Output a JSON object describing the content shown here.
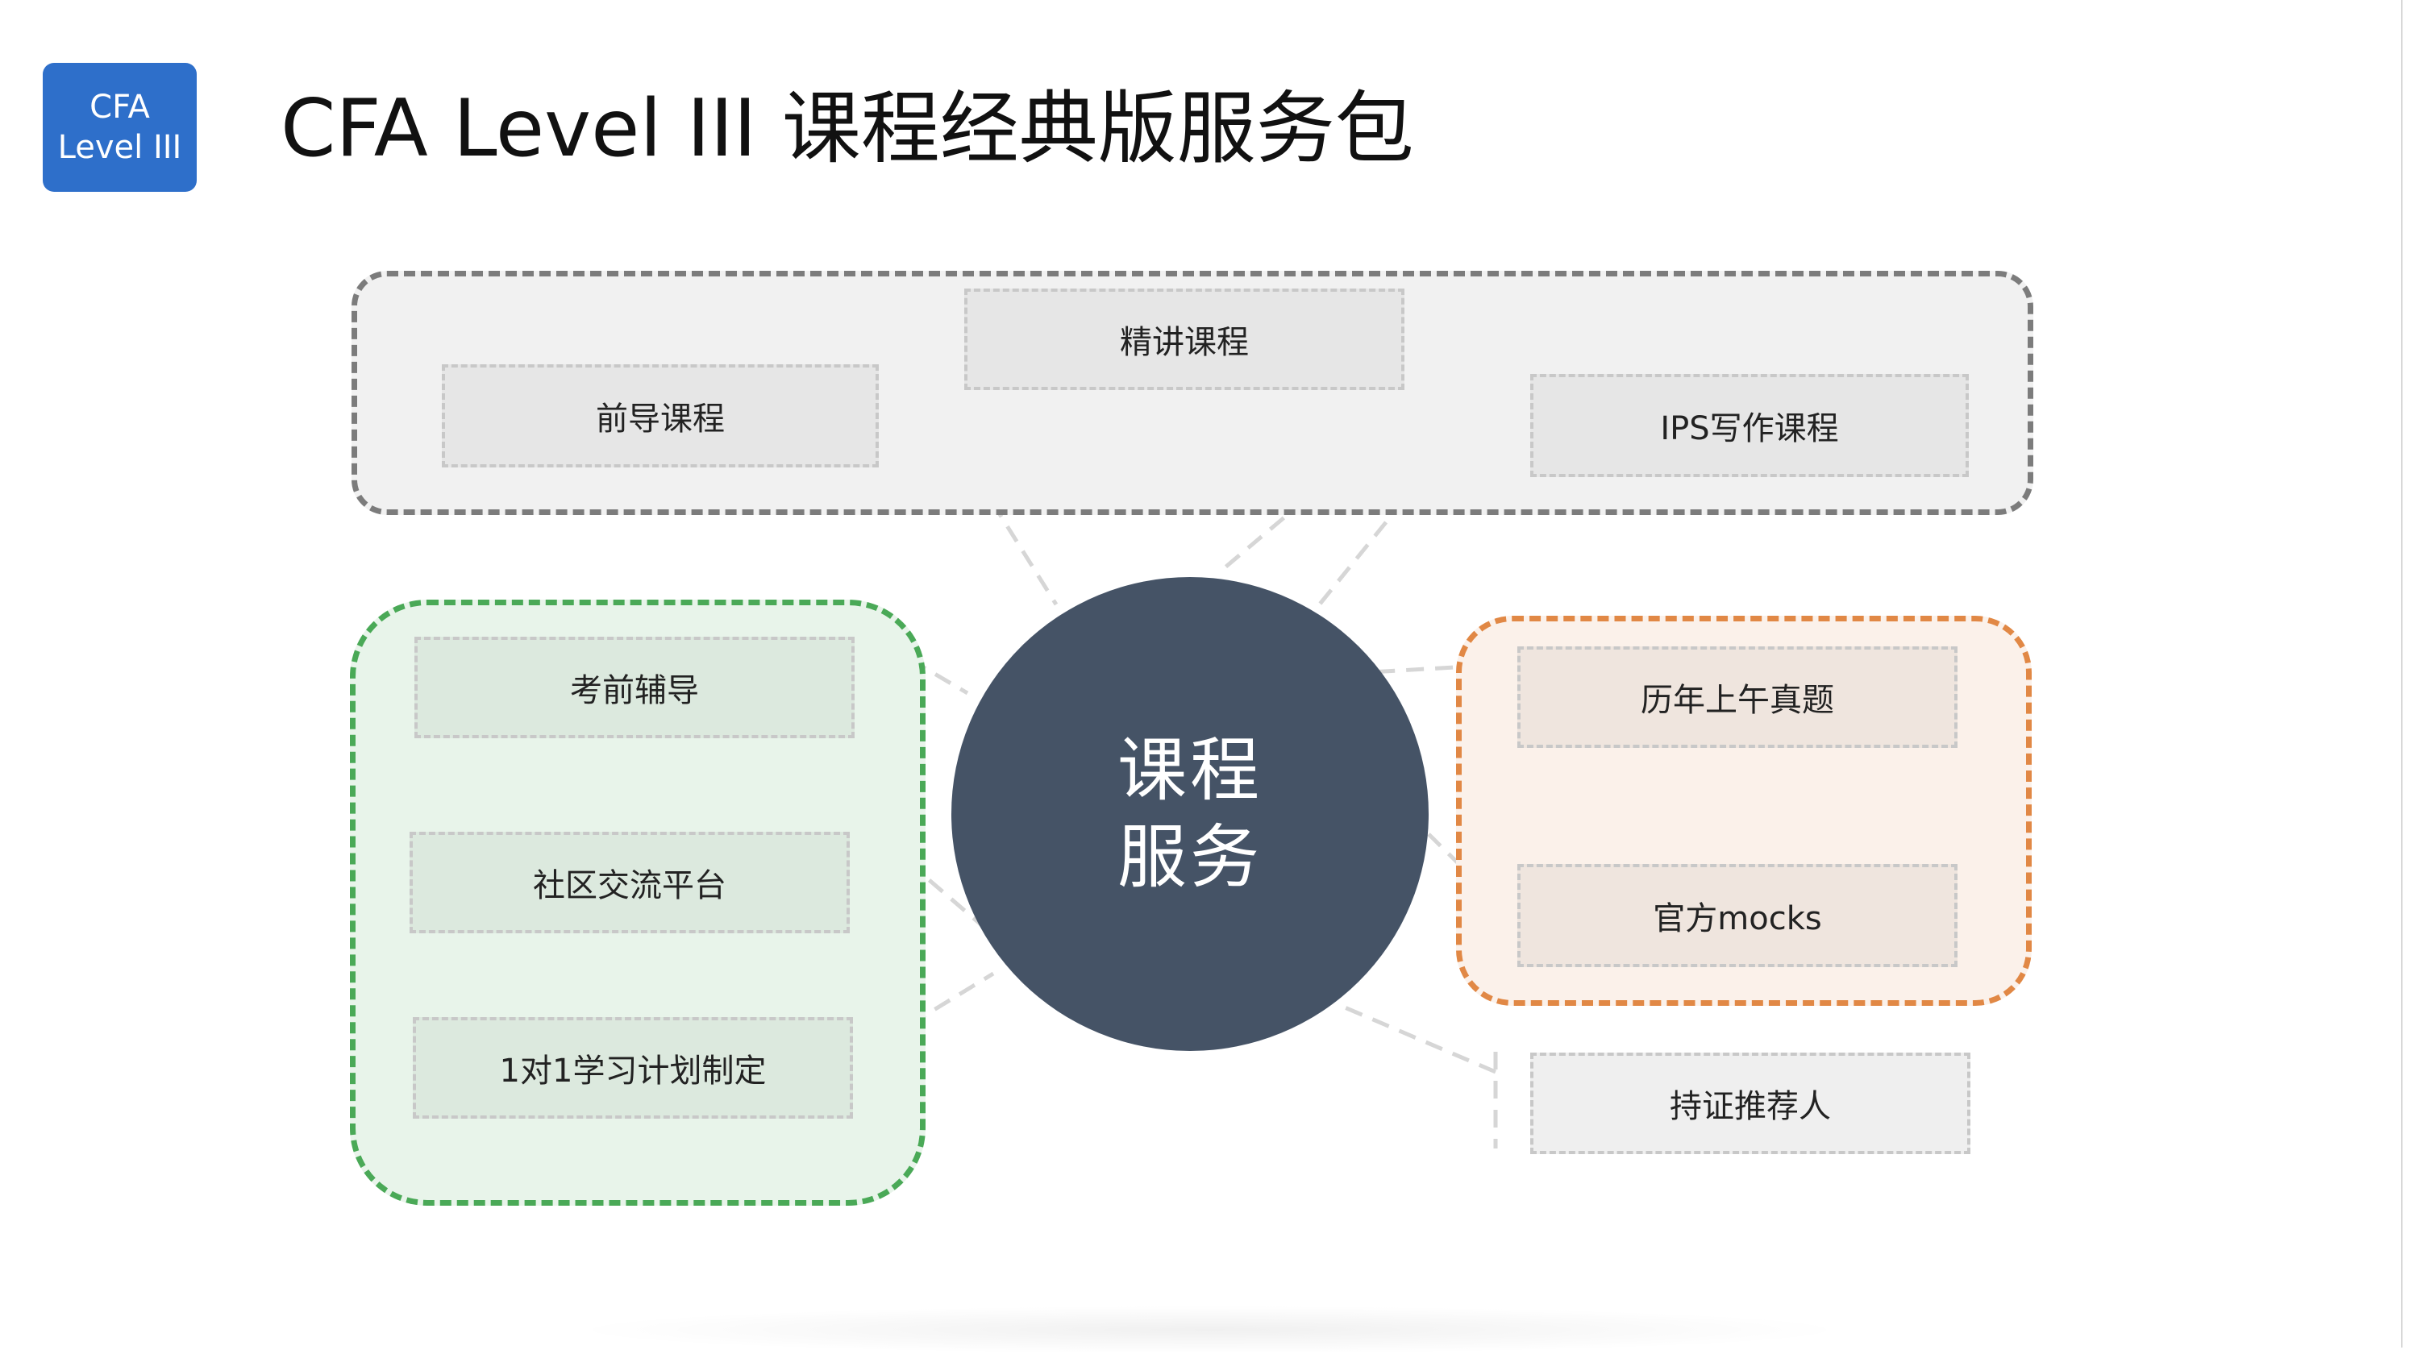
{
  "badge": {
    "line1": "CFA",
    "line2": "Level III",
    "color": "#2e6fca"
  },
  "title": "CFA Level III 课程经典版服务包",
  "hub": {
    "line1": "课程",
    "line2": "服务",
    "color": "#455366"
  },
  "groups": {
    "courses": {
      "border_color": "#7c7c7c",
      "items": [
        {
          "label": "精讲课程"
        },
        {
          "label": "前导课程"
        },
        {
          "label": "IPS写作课程"
        }
      ]
    },
    "support": {
      "border_color": "#4aa957",
      "items": [
        {
          "label": "考前辅导"
        },
        {
          "label": "社区交流平台"
        },
        {
          "label": "1对1学习计划制定"
        }
      ]
    },
    "exams": {
      "border_color": "#e18845",
      "items": [
        {
          "label": "历年上午真题"
        },
        {
          "label": "官方mocks"
        }
      ]
    },
    "standalone": {
      "items": [
        {
          "label": "持证推荐人"
        }
      ]
    }
  }
}
